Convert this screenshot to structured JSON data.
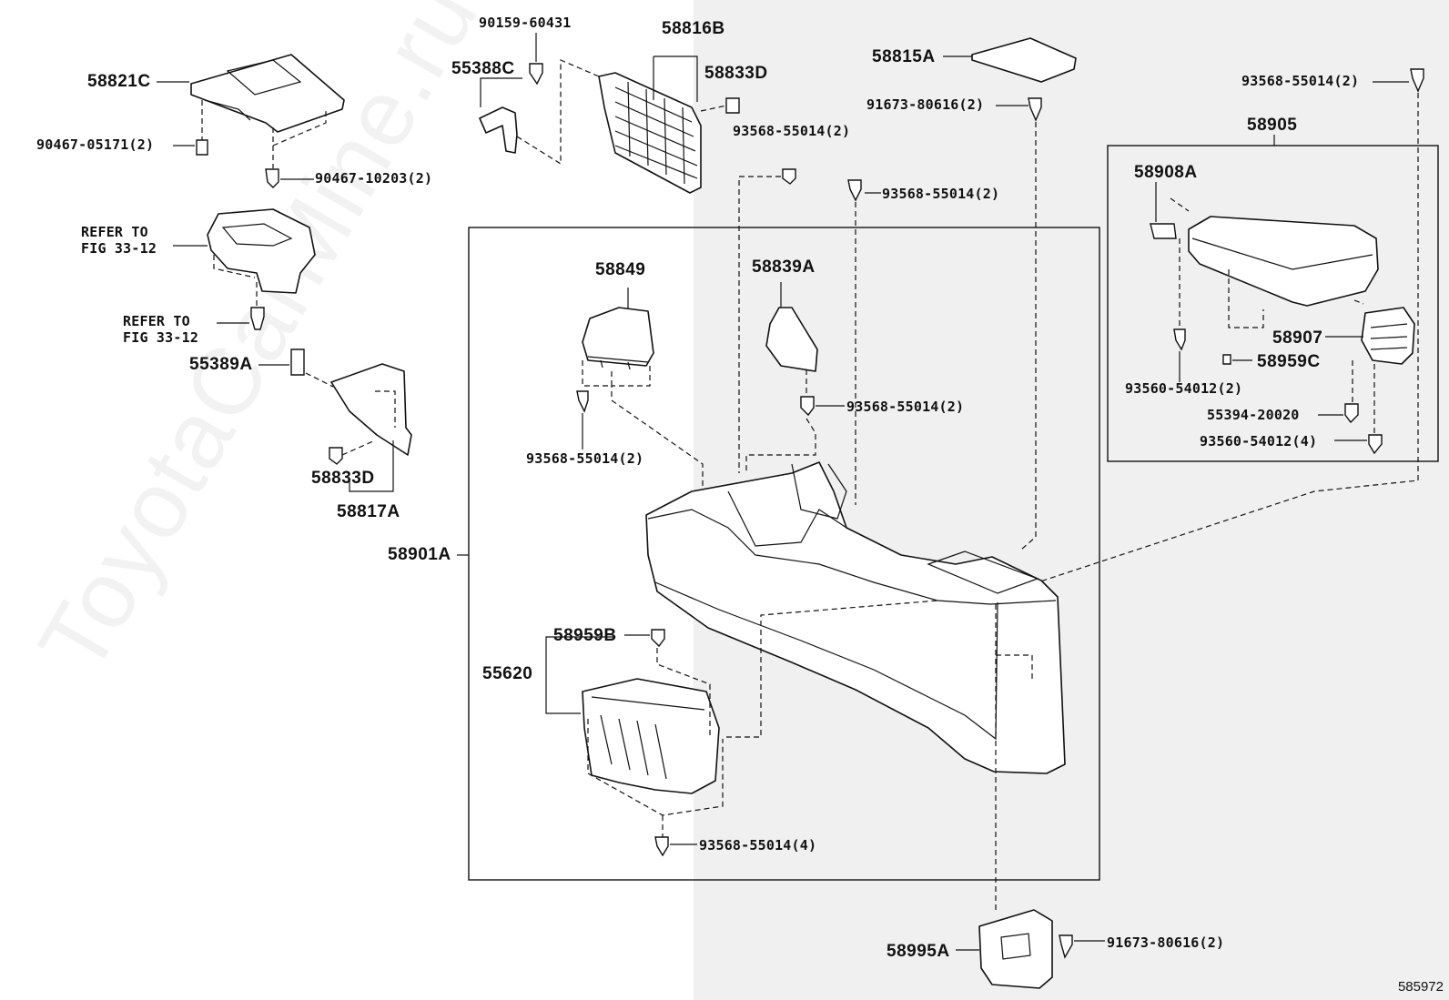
{
  "figure_number": "585972",
  "watermark": "ToyotaCarMine.ru",
  "labels": {
    "p58821C": "58821C",
    "p90467_05171": "90467-05171(2)",
    "p90467_10203": "90467-10203(2)",
    "refer_upper": "REFER TO\nFIG 33-12",
    "refer_lower": "REFER TO\nFIG 33-12",
    "p55389A": "55389A",
    "p58833D_left": "58833D",
    "p58817A": "58817A",
    "p90159_60431": "90159-60431",
    "p55388C": "55388C",
    "p58816B": "58816B",
    "p58833D_top": "58833D",
    "p93568_55014_a": "93568-55014(2)",
    "p93568_55014_b": "93568-55014(2)",
    "p58815A": "58815A",
    "p91673_80616_top": "91673-80616(2)",
    "p93568_55014_topright": "93568-55014(2)",
    "p58905": "58905",
    "p58908A": "58908A",
    "p58907": "58907",
    "p58959C": "58959C",
    "p93560_54012_2": "93560-54012(2)",
    "p55394_20020": "55394-20020",
    "p93560_54012_4": "93560-54012(4)",
    "p58849": "58849",
    "p58839A": "58839A",
    "p93568_55014_c": "93568-55014(2)",
    "p93568_55014_d": "93568-55014(2)",
    "p58901A": "58901A",
    "p58959B": "58959B",
    "p55620": "55620",
    "p93568_55014_4": "93568-55014(4)",
    "p58995A": "58995A",
    "p91673_80616_bottom": "91673-80616(2)"
  }
}
